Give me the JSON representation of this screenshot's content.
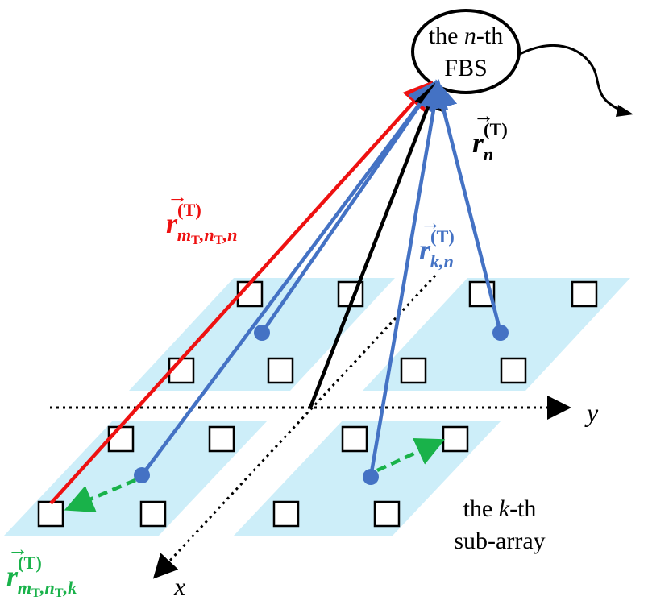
{
  "fbs": {
    "prefix": "the ",
    "n": "n",
    "suffix": "-th",
    "line2": "FBS"
  },
  "subarray": {
    "prefix": "the ",
    "k": "k",
    "suffix": "-th",
    "line2": "sub-array"
  },
  "axes": {
    "x": "x",
    "y": "y"
  },
  "vectors": {
    "r_n": {
      "base": "r",
      "sup": "(T)",
      "sub": "n"
    },
    "r_kn": {
      "base": "r",
      "sup": "(T)",
      "sub": "k,n"
    },
    "r_mT_nT_n": {
      "base": "r",
      "sup": "(T)",
      "sub_m": "m",
      "sub_n": "n",
      "sub_T": "T",
      "sub_last": "n"
    },
    "r_mT_nT_k": {
      "base": "r",
      "sup": "(T)",
      "sub_m": "m",
      "sub_n": "n",
      "sub_T": "T",
      "sub_last": "k"
    }
  },
  "colors": {
    "panel": "#cdeef9",
    "red": "#ee1111",
    "blue": "#4472c4",
    "dot": "#4472c4",
    "green": "#19b24a",
    "black": "#000000"
  }
}
